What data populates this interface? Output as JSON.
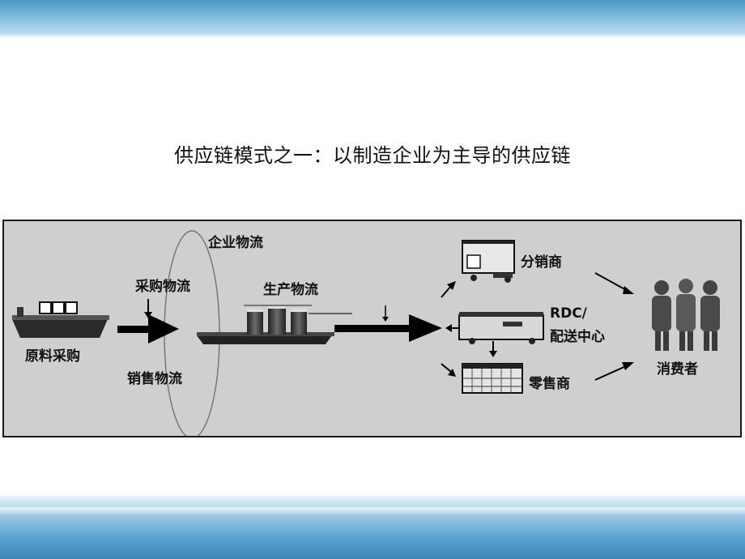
{
  "slide": {
    "title": "供应链模式之一：以制造企业为主导的供应链"
  },
  "diagram": {
    "labels": {
      "enterprise_logistics": "企业物流",
      "purchase_logistics": "采购物流",
      "raw_material_purchase": "原料采购",
      "sales_logistics": "销售物流",
      "production_logistics": "生产物流",
      "distributor": "分销商",
      "rdc": "RDC/",
      "distribution_center": "配送中心",
      "retailer": "零售商",
      "consumer": "消费者"
    }
  },
  "colors": {
    "band_dark": "#3d86b6",
    "band_light": "#bcdcee",
    "diagram_bg": "#cfcfcf",
    "ink": "#111111"
  }
}
